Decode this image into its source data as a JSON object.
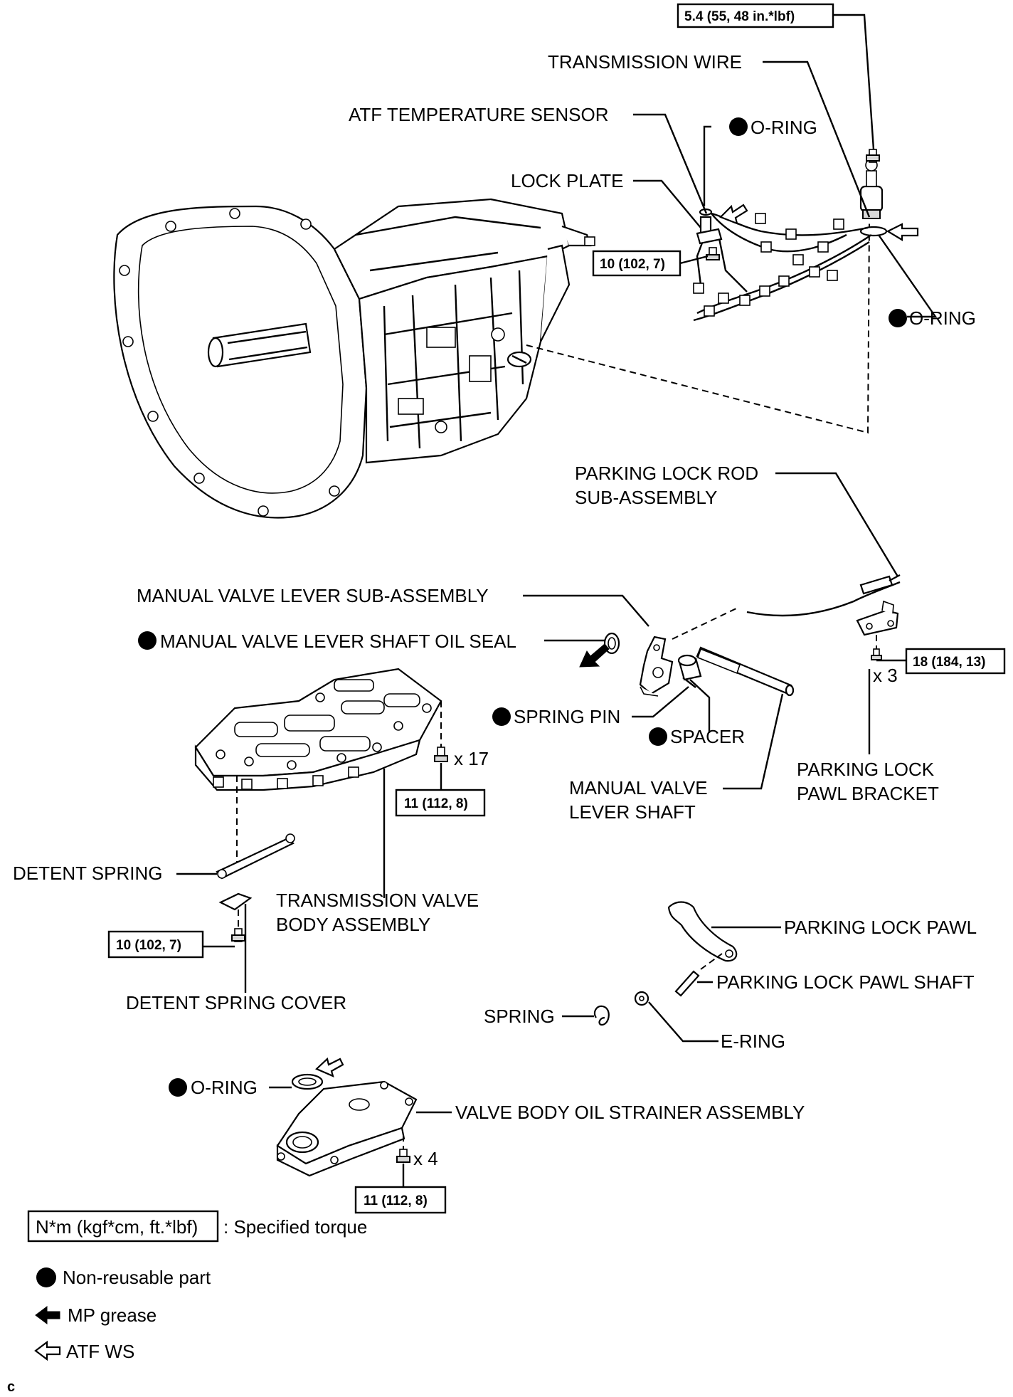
{
  "labels": {
    "transmission_wire": "TRANSMISSION WIRE",
    "atf_temperature_sensor": "ATF TEMPERATURE SENSOR",
    "o_ring_top": "O-RING",
    "lock_plate": "LOCK PLATE",
    "o_ring_right": "O-RING",
    "parking_lock_rod_line1": "PARKING LOCK ROD",
    "parking_lock_rod_line2": "SUB-ASSEMBLY",
    "manual_valve_lever": "MANUAL VALVE LEVER SUB-ASSEMBLY",
    "manual_valve_lever_shaft_oil_seal": "MANUAL VALVE LEVER SHAFT OIL SEAL",
    "spring_pin": "SPRING PIN",
    "spacer": "SPACER",
    "manual_valve_lever_shaft_line1": "MANUAL VALVE",
    "manual_valve_lever_shaft_line2": "LEVER SHAFT",
    "parking_lock_pawl_bracket_line1": "PARKING LOCK",
    "parking_lock_pawl_bracket_line2": "PAWL BRACKET",
    "detent_spring": "DETENT SPRING",
    "transmission_valve_body_line1": "TRANSMISSION VALVE",
    "transmission_valve_body_line2": "BODY ASSEMBLY",
    "detent_spring_cover": "DETENT SPRING COVER",
    "parking_lock_pawl": "PARKING LOCK PAWL",
    "parking_lock_pawl_shaft": "PARKING LOCK PAWL SHAFT",
    "spring": "SPRING",
    "e_ring": "E-RING",
    "o_ring_bottom": "O-RING",
    "valve_body_oil_strainer": "VALVE BODY OIL STRAINER ASSEMBLY"
  },
  "torque": {
    "transmission_wire_bolt": "5.4 (55, 48 in.*lbf)",
    "lock_plate_bolt": "10 (102, 7)",
    "bracket_bolt": "18 (184, 13)",
    "valve_body_bolt": "11 (112, 8)",
    "detent_cover_bolt": "10 (102, 7)",
    "strainer_bolt": "11 (112, 8)"
  },
  "quantities": {
    "bracket_bolt": "x 3",
    "valve_body_bolt": "x 17",
    "strainer_bolt": "x 4"
  },
  "legend": {
    "torque_box": "N*m (kgf*cm, ft.*lbf)",
    "torque_text": ": Specified torque",
    "non_reusable": "Non-reusable part",
    "mp_grease": "MP grease",
    "atf_ws": "ATF WS"
  },
  "footer_code": "c"
}
